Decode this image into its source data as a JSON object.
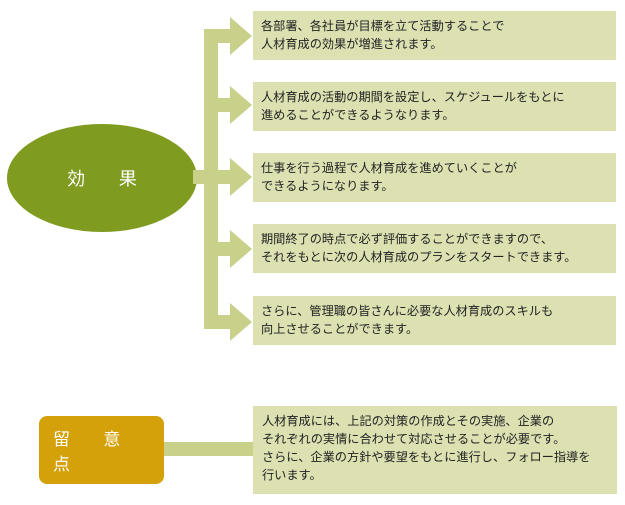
{
  "effect": {
    "title": "効 果",
    "items": [
      {
        "line1": "各部署、各社員が目標を立て活動することで",
        "line2": "人材育成の効果が増進されます。"
      },
      {
        "line1": "人材育成の活動の期間を設定し、スケジュールをもとに",
        "line2": "進めることができるようなります。"
      },
      {
        "line1": "仕事を行う過程で人材育成を進めていくことが",
        "line2": "できるようになります。"
      },
      {
        "line1": "期間終了の時点で必ず評価することができますので、",
        "line2": "それをもとに次の人材育成のプランをスタートできます。"
      },
      {
        "line1": "さらに、管理職の皆さんに必要な人材育成のスキルも",
        "line2": "向上させることができます。"
      }
    ]
  },
  "note": {
    "title": "留 意 点",
    "lines": [
      "人材育成には、上記の対策の作成とその実施、企業の",
      "それぞれの実情に合わせて対応させることが必要です。",
      "さらに、企業の方針や要望をもとに進行し、フォロー指導を",
      "行います。"
    ]
  },
  "colors": {
    "effect_ellipse": "#7f9b20",
    "note_box": "#d4a10b",
    "connector": "#c9d08a",
    "text_box": "#dde1b2"
  }
}
